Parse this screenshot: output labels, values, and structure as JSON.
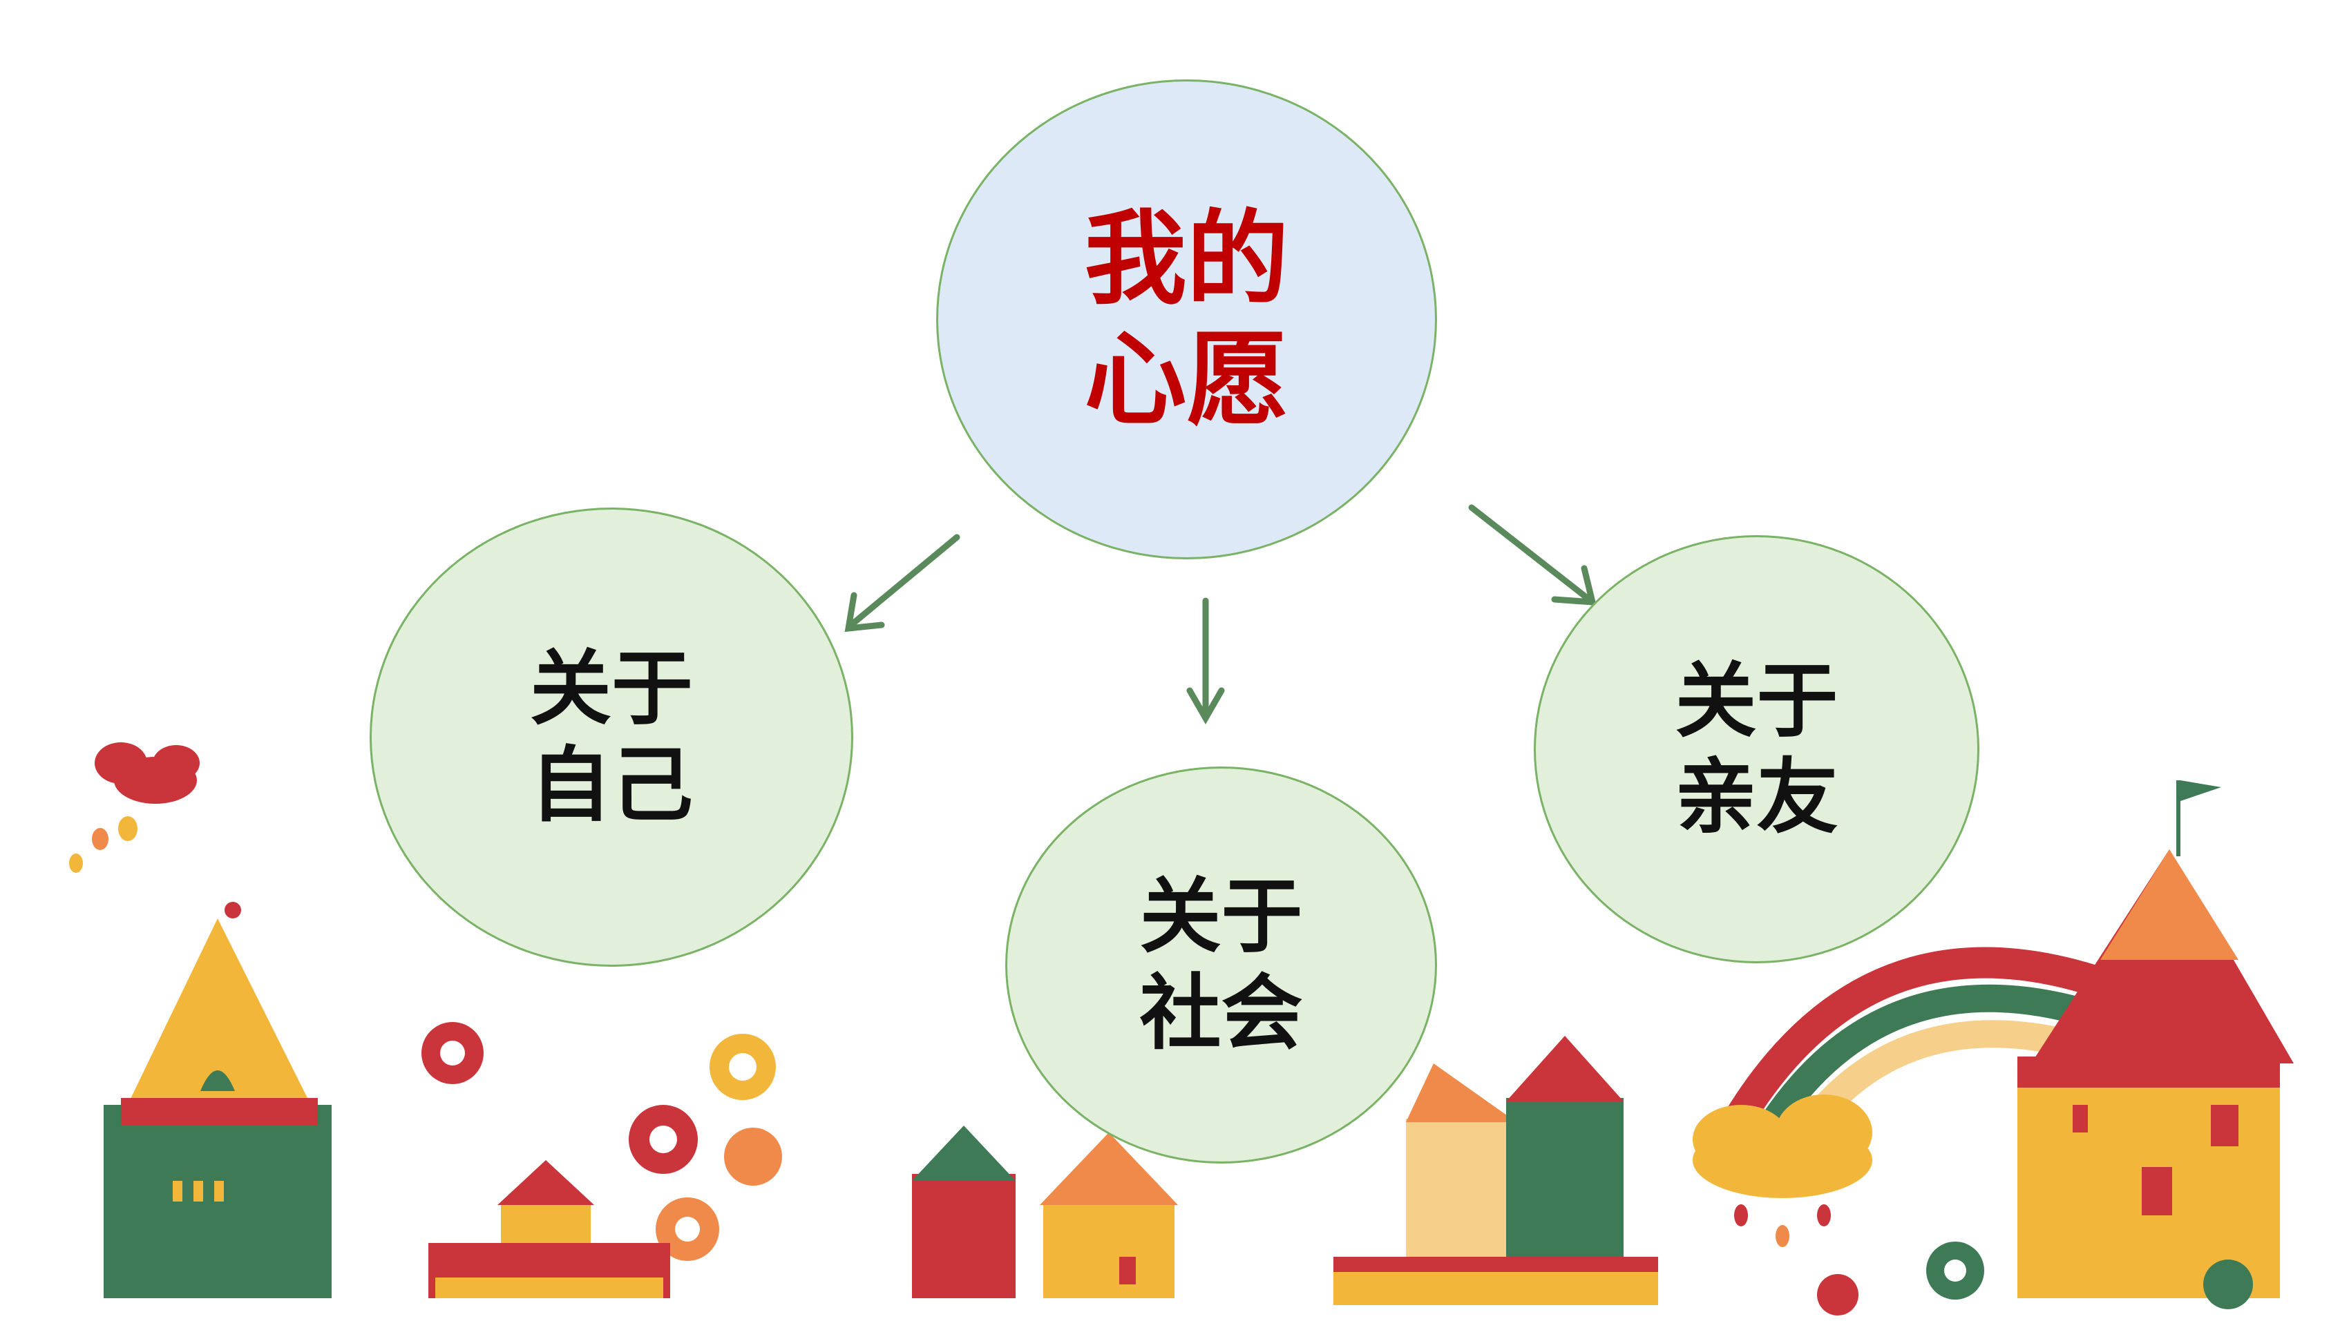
{
  "diagram": {
    "center": {
      "label": "我的\n心愿",
      "color": "#c00000",
      "fill": "#dde9f6"
    },
    "children": [
      {
        "id": "self",
        "label": "关于\n自己"
      },
      {
        "id": "society",
        "label": "关于\n社会"
      },
      {
        "id": "family",
        "label": "关于\n亲友"
      }
    ],
    "edge_color": "#5a8a5c",
    "node_border": "#7ab266",
    "child_fill": "#e2efda"
  },
  "background": {
    "theme": "cartoon castle town",
    "palette": [
      "#f2b63a",
      "#c9353a",
      "#3f7a57",
      "#f08a4b",
      "#ffffff"
    ]
  }
}
